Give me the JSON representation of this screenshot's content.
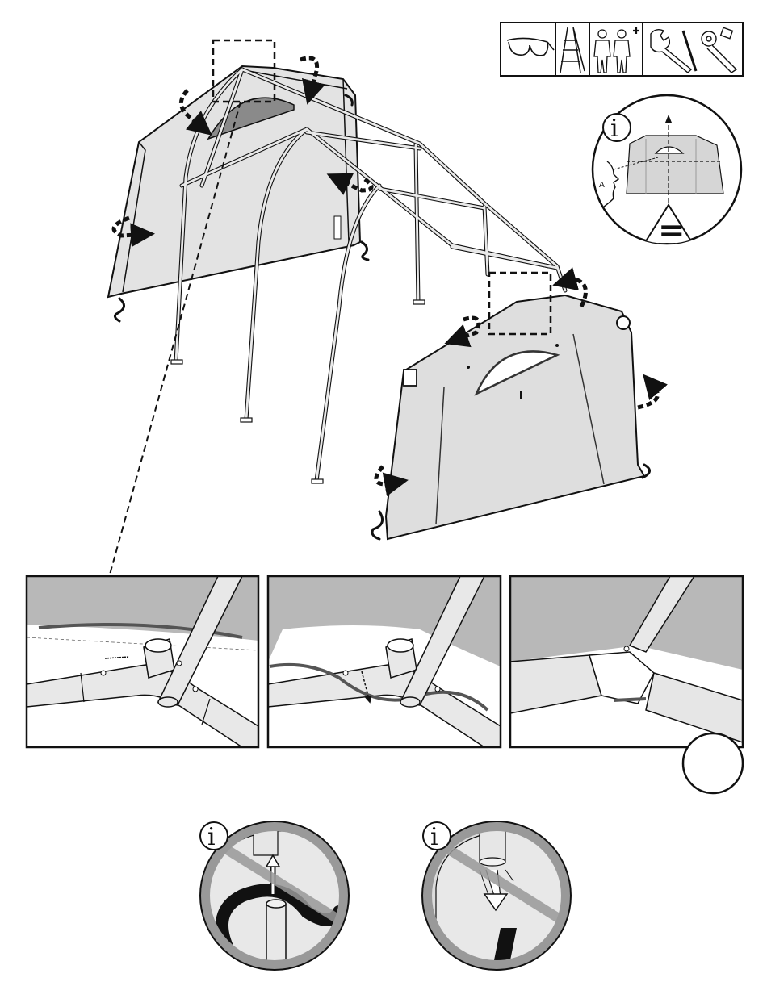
{
  "page": {
    "step_number": "",
    "safety_icons": [
      "safety-glasses-icon",
      "step-ladder-icon",
      "two-person-icon",
      "wrench-icon",
      "socket-wrench-icon"
    ],
    "info_marker_top": "i",
    "info_marker_left": "i",
    "info_marker_right": "i",
    "equal_sign": "=",
    "detail_tag": "A"
  },
  "colors": {
    "cover_fill": "#dcdcdc",
    "window_fill": "#8a8a8a",
    "frame_fill": "#e6e6e6",
    "stroke": "#111111",
    "strap_dark": "#222222"
  }
}
